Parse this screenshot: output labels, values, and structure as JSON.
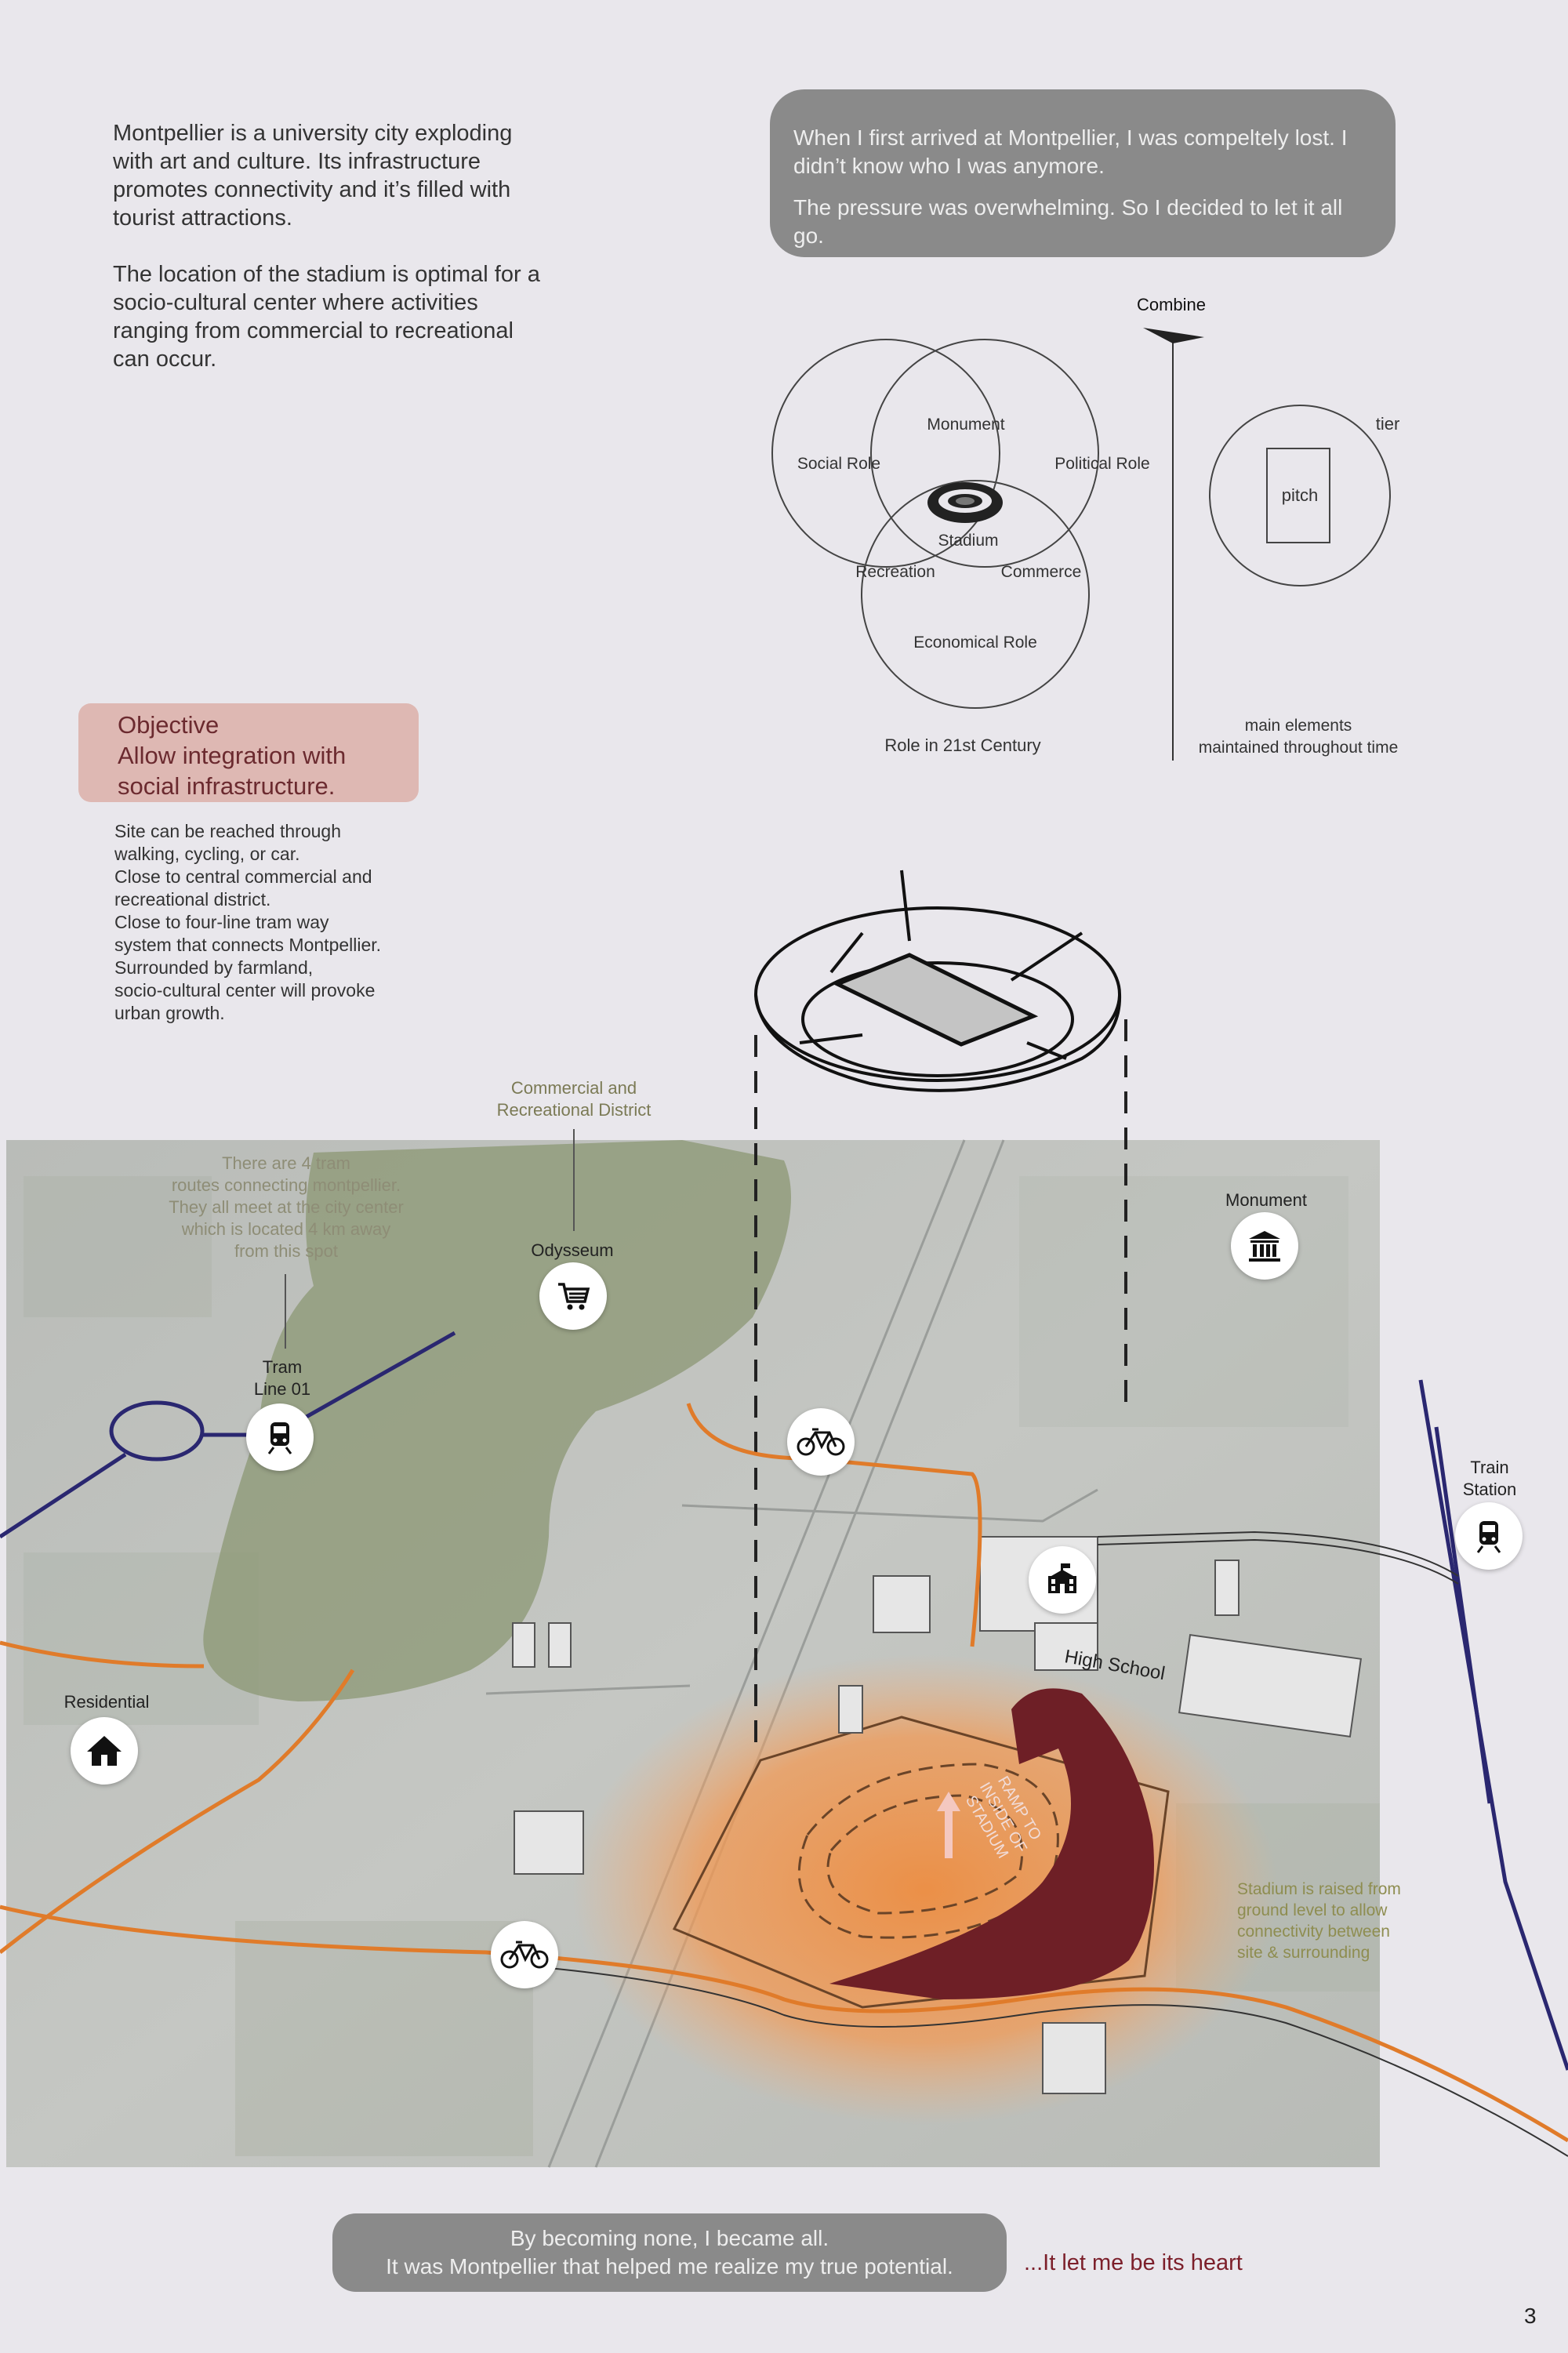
{
  "intro": {
    "p1": "Montpellier is a university city exploding with art and culture. Its infrastructure promotes connectivity and it’s filled with tourist attractions.",
    "p2": "The location of the stadium is optimal for a socio-cultural center where activities ranging from commercial to recreational can occur."
  },
  "quote_top": {
    "line1": "When I first arrived at Montpellier, I was compeltely lost. I didn’t know who I was anymore.",
    "line2": "The pressure was overwhelming. So I decided to let it all go."
  },
  "venn": {
    "combine": "Combine",
    "monument": "Monument",
    "social_role": "Social Role",
    "political_role": "Political Role",
    "stadium": "Stadium",
    "recreation": "Recreation",
    "commerce": "Commerce",
    "economical_role": "Economical Role",
    "caption": "Role in 21st Century",
    "tier": "tier",
    "pitch": "pitch",
    "main_elements_1": "main elements",
    "main_elements_2": "maintained throughout time"
  },
  "objective": {
    "heading": "Objective",
    "line1": "Allow integration with",
    "line2": "social infrastructure."
  },
  "notes": [
    "Site can be reached through",
    "walking, cycling, or car.",
    "Close to central commercial and",
    "recreational district.",
    "Close to four-line tram way",
    "system that connects Montpellier.",
    "Surrounded by farmland,",
    "socio-cultural center will provoke",
    "urban growth."
  ],
  "map": {
    "commercial_district": [
      "Commercial and",
      "Recreational District"
    ],
    "tram_note": [
      "There are 4 tram",
      "routes connecting montpellier.",
      "They all meet at the city center",
      "which is located 4 km away",
      "from this spot"
    ],
    "odysseum": "Odysseum",
    "tram_line": [
      "Tram",
      "Line 01"
    ],
    "monument": "Monument",
    "train_station": [
      "Train",
      "Station"
    ],
    "high_school": "High School",
    "residential": "Residential",
    "ramp": [
      "RAMP TO",
      "INSIDE OF",
      "STADIUM"
    ],
    "stadium_note": [
      "Stadium is raised from",
      "ground level to allow",
      "connectivity between",
      "site & surrounding"
    ]
  },
  "icons": [
    "cart-icon",
    "bank-icon",
    "tram-icon",
    "bicycle-icon",
    "school-icon",
    "house-icon",
    "stadium-icon"
  ],
  "colors": {
    "tram_line": "#2a2770",
    "bike_route": "#e07b2a",
    "ramp": "#6e1f26",
    "objective_bg": "#deb8b3",
    "bubble_bg": "#8a8a8a",
    "district_fill": "#8e9a78"
  },
  "quote_bottom": {
    "line1": "By becoming none, I became all.",
    "line2": "It was Montpellier that helped me realize my true potential."
  },
  "closing": "...It let me be its heart",
  "page_number": "3"
}
